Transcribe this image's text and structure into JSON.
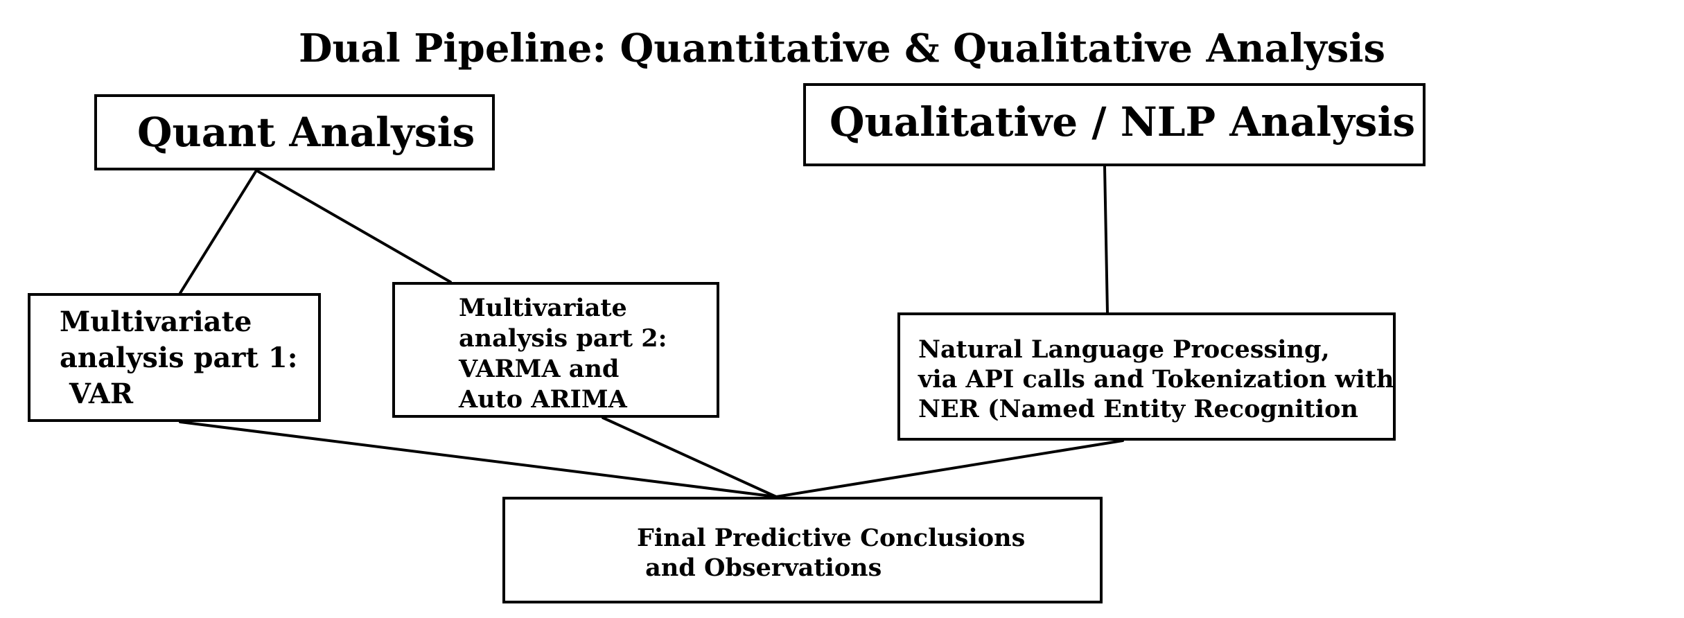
{
  "diagram": {
    "title": "Dual Pipeline: Quantitative & Qualitative Analysis",
    "nodes": {
      "quant": "Quant Analysis",
      "qualitative": "Qualitative / NLP Analysis",
      "var": "Multivariate\nanalysis part 1:\n VAR",
      "varma": "Multivariate\nanalysis part 2:\nVARMA and\nAuto ARIMA",
      "nlp": "Natural Language Processing,\nvia API calls and Tokenization with\nNER (Named Entity Recognition",
      "final": "Final Predictive Conclusions\n and Observations"
    },
    "edges": [
      {
        "from": "Quant Analysis",
        "to": "Multivariate analysis part 1: VAR"
      },
      {
        "from": "Quant Analysis",
        "to": "Multivariate analysis part 2: VARMA and Auto ARIMA"
      },
      {
        "from": "Qualitative / NLP Analysis",
        "to": "Natural Language Processing"
      },
      {
        "from": "Multivariate analysis part 1: VAR",
        "to": "Final Predictive Conclusions and Observations"
      },
      {
        "from": "Multivariate analysis part 2: VARMA and Auto ARIMA",
        "to": "Final Predictive Conclusions and Observations"
      },
      {
        "from": "Natural Language Processing",
        "to": "Final Predictive Conclusions and Observations"
      }
    ],
    "colors": {
      "line": "#000000",
      "background": "#ffffff"
    }
  }
}
